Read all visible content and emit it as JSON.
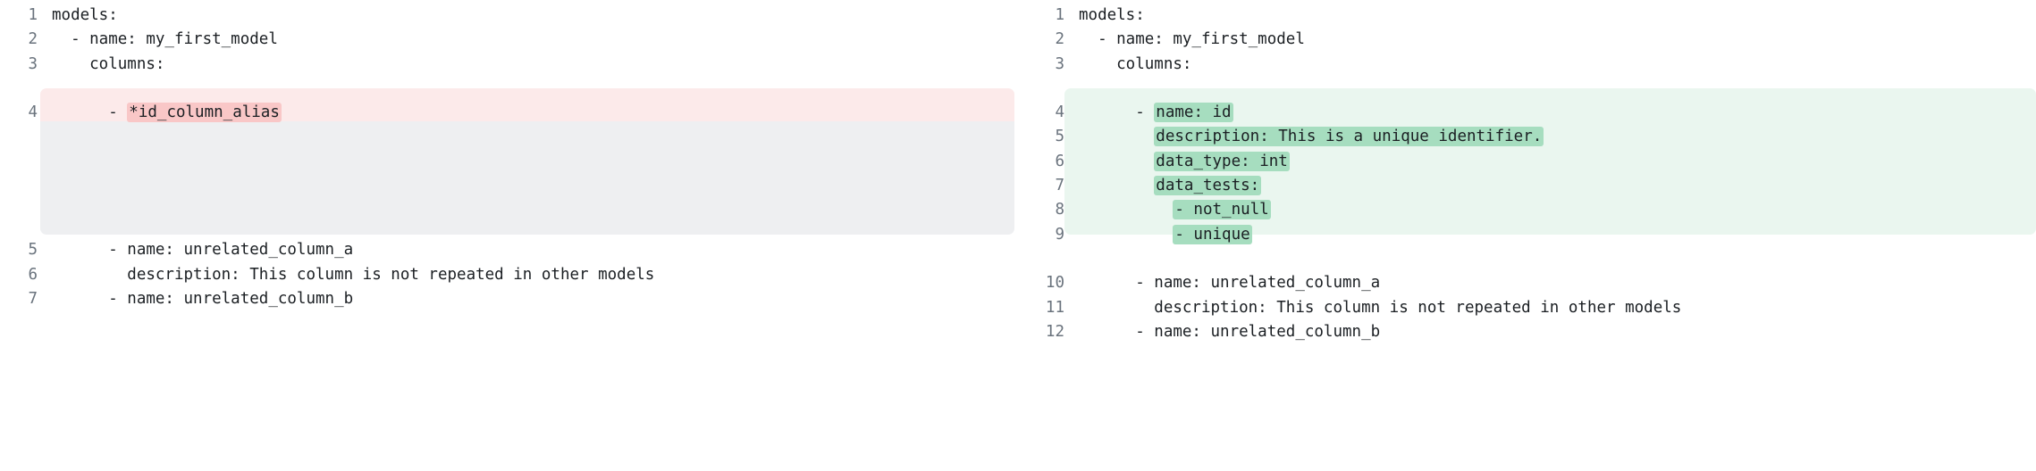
{
  "panels": [
    {
      "id": "before",
      "name": "left-panel-before",
      "variant": "deletion",
      "highlight_color": "#fceaea",
      "token_highlight_color": "#f9c7c7",
      "placeholder_color": "#eeeff1",
      "lines": [
        {
          "num": "1",
          "text": "models:",
          "state": "context"
        },
        {
          "num": "2",
          "text": "  - name: my_first_model",
          "state": "context"
        },
        {
          "num": "3",
          "text": "    columns:",
          "state": "context"
        },
        {
          "num": "4",
          "prefix": "      - ",
          "token": "*id_column_alias",
          "text": "      - *id_column_alias",
          "state": "deleted"
        },
        {
          "num": "5",
          "text": "      - name: unrelated_column_a",
          "state": "context"
        },
        {
          "num": "6",
          "text": "        description: This column is not repeated in other models",
          "state": "context"
        },
        {
          "num": "7",
          "text": "      - name: unrelated_column_b",
          "state": "context"
        }
      ]
    },
    {
      "id": "after",
      "name": "right-panel-after",
      "variant": "addition",
      "highlight_color": "#eaf6ef",
      "token_highlight_color": "#a6ddbf",
      "lines": [
        {
          "num": "1",
          "text": "models:",
          "state": "context"
        },
        {
          "num": "2",
          "text": "  - name: my_first_model",
          "state": "context"
        },
        {
          "num": "3",
          "text": "    columns:",
          "state": "context"
        },
        {
          "num": "4",
          "prefix": "      - ",
          "token": "name: id",
          "text": "      - name: id",
          "state": "added"
        },
        {
          "num": "5",
          "prefix": "        ",
          "token": "description: This is a unique identifier.",
          "text": "        description: This is a unique identifier.",
          "state": "added"
        },
        {
          "num": "6",
          "prefix": "        ",
          "token": "data_type: int",
          "text": "        data_type: int",
          "state": "added"
        },
        {
          "num": "7",
          "prefix": "        ",
          "token": "data_tests:",
          "text": "        data_tests:",
          "state": "added"
        },
        {
          "num": "8",
          "prefix": "          ",
          "token": "- not_null",
          "text": "          - not_null",
          "state": "added"
        },
        {
          "num": "9",
          "prefix": "          ",
          "token": "- unique",
          "text": "          - unique",
          "state": "added"
        },
        {
          "num": "10",
          "text": "      - name: unrelated_column_a",
          "state": "context"
        },
        {
          "num": "11",
          "text": "        description: This column is not repeated in other models",
          "state": "context"
        },
        {
          "num": "12",
          "text": "      - name: unrelated_column_b",
          "state": "context"
        }
      ]
    }
  ]
}
